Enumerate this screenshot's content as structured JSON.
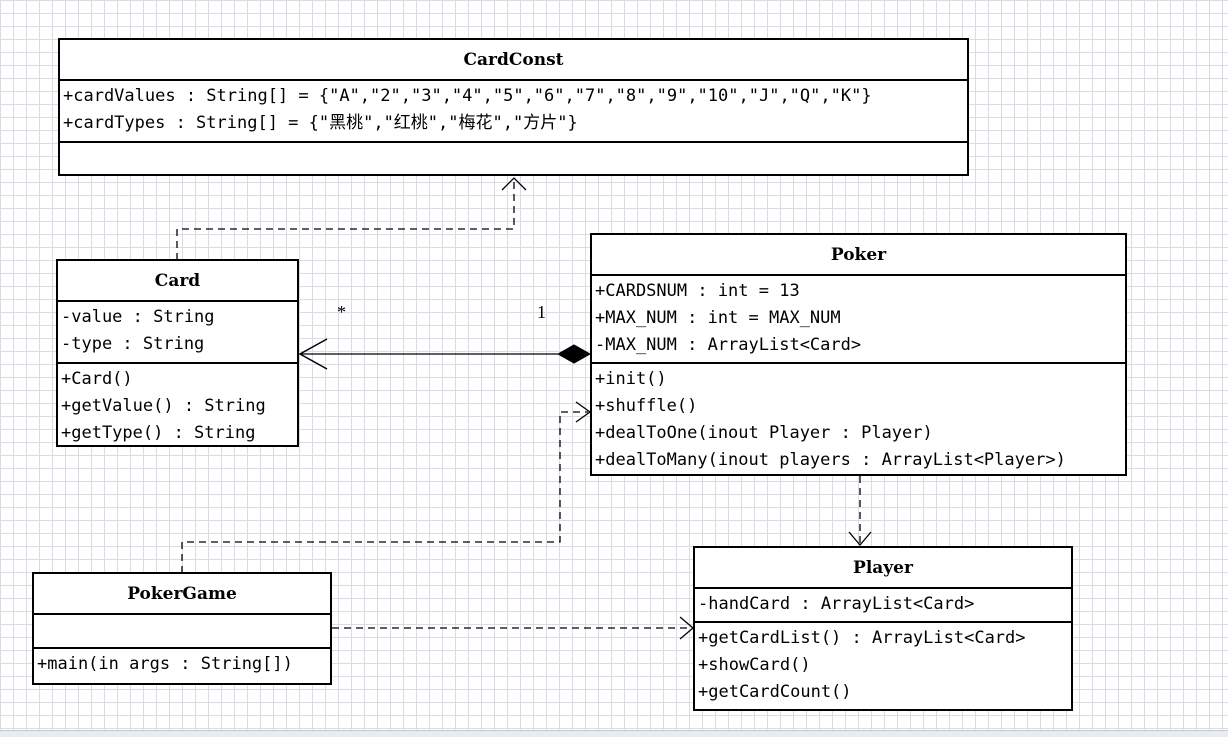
{
  "classes": {
    "cardconst": {
      "name": "CardConst",
      "attributes": [
        "+cardValues : String[] = {\"A\",\"2\",\"3\",\"4\",\"5\",\"6\",\"7\",\"8\",\"9\",\"10\",\"J\",\"Q\",\"K\"}",
        "+cardTypes : String[] = {\"黑桃\",\"红桃\",\"梅花\",\"方片\"}"
      ],
      "operations": []
    },
    "card": {
      "name": "Card",
      "attributes": [
        "-value : String",
        "-type : String"
      ],
      "operations": [
        "+Card()",
        "+getValue() : String",
        "+getType() : String"
      ]
    },
    "poker": {
      "name": "Poker",
      "attributes": [
        "+CARDSNUM : int = 13",
        "+MAX_NUM : int = MAX_NUM",
        "-MAX_NUM : ArrayList<Card>"
      ],
      "operations": [
        "+init()",
        "+shuffle()",
        "+dealToOne(inout Player : Player)",
        "+dealToMany(inout players : ArrayList<Player>)"
      ]
    },
    "pokergame": {
      "name": "PokerGame",
      "attributes": [],
      "operations": [
        "+main(in args : String[])"
      ]
    },
    "player": {
      "name": "Player",
      "attributes": [
        "-handCard : ArrayList<Card>"
      ],
      "operations": [
        "+getCardList() : ArrayList<Card>",
        "+showCard()",
        "+getCardCount()"
      ]
    }
  },
  "multiplicities": {
    "card_end": "*",
    "poker_end": "1"
  }
}
